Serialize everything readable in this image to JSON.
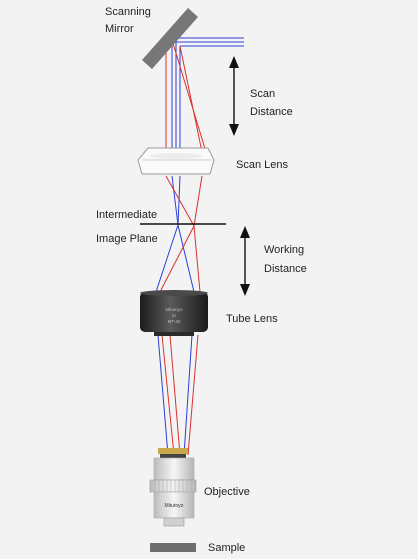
{
  "labels": {
    "scanning_mirror_1": "Scanning",
    "scanning_mirror_2": "Mirror",
    "scan_distance_1": "Scan",
    "scan_distance_2": "Distance",
    "scan_lens": "Scan Lens",
    "intermediate_1": "Intermediate",
    "intermediate_2": "Image Plane",
    "working_distance_1": "Working",
    "working_distance_2": "Distance",
    "tube_lens": "Tube Lens",
    "objective": "Objective",
    "sample": "Sample"
  },
  "tube_lens_engraving": [
    "Mitutoyo",
    "1x",
    "MT-40"
  ],
  "objective_brand": "Mitutoyo",
  "colors": {
    "blue_ray": "#2b3fd6",
    "red_ray": "#d8322f",
    "background": "#f3f3f3",
    "optic_dark": "#333333"
  }
}
